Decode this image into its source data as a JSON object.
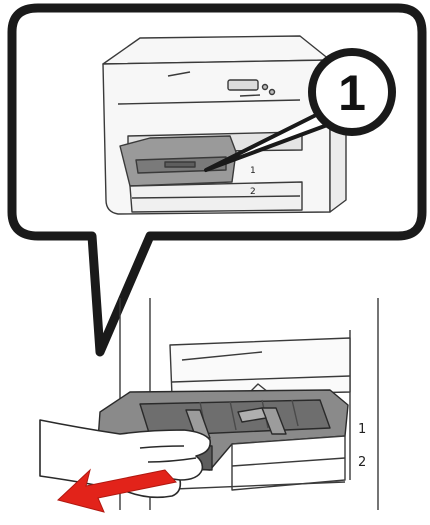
{
  "callout": {
    "step_number": "1"
  },
  "inset": {
    "tray_labels": [
      "1",
      "2"
    ]
  },
  "detail": {
    "tray_labels": [
      "1",
      "2"
    ]
  },
  "colors": {
    "frame": "#1a1a1a",
    "printer_outline": "#3a3a3a",
    "printer_fill": "#f7f7f7",
    "cassette": "#8a8a8a",
    "cassette_dark": "#5e5e5e",
    "arrow": "#e2231a",
    "skin": "#ffffff"
  },
  "icons": [
    "printer-illustration",
    "paper-cassette",
    "hand-icon",
    "pull-arrow-icon",
    "callout-circle-icon"
  ]
}
